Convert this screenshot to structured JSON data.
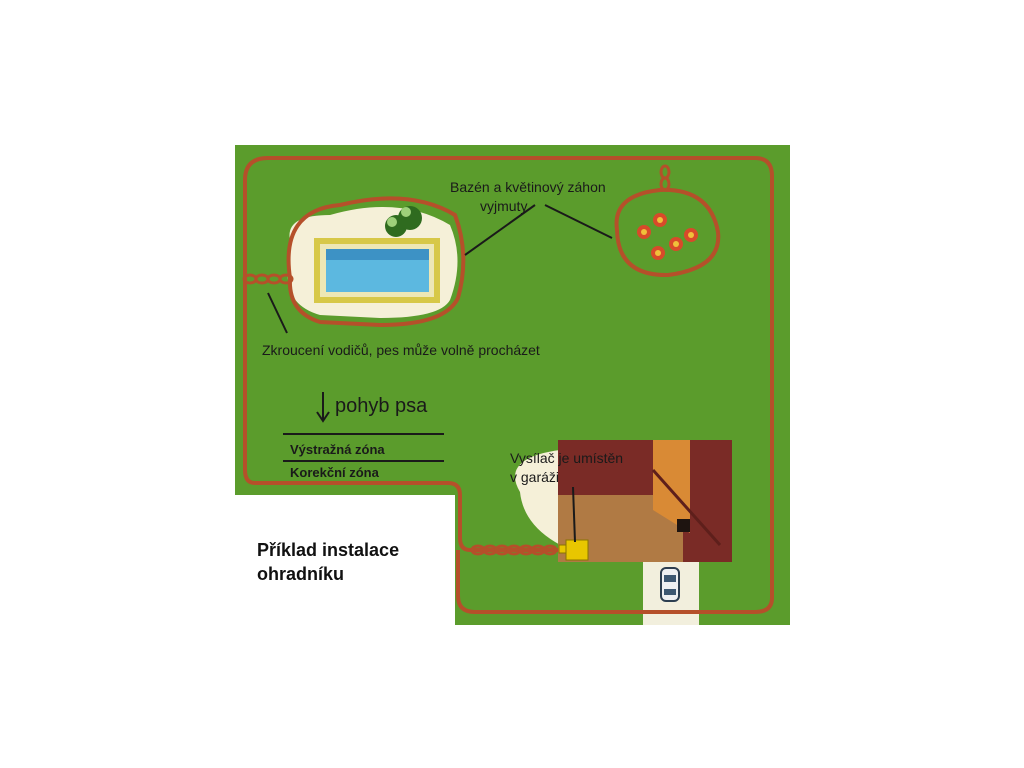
{
  "labels": {
    "excluded_areas": [
      "Bazén a květinový záhon",
      "vyjmuty"
    ],
    "twisted_wires": "Zkroucení vodičů, pes může volně procházet",
    "dog_movement": "pohyb psa",
    "warning_zone": "Výstražná zóna",
    "correction_zone": "Korekční zóna",
    "transmitter": [
      "Vysílač je umístěn",
      "v garáži"
    ],
    "title": [
      "Příklad instalace",
      "ohradníku"
    ]
  },
  "colors": {
    "lawn": "#5b9c2c",
    "wire": "#b5502a",
    "pool_water": "#5cb8e0",
    "pool_edge": "#d7c848",
    "patio": "#f5f0d8",
    "house_roof": "#7a2b26",
    "garage_roof": "#d98a35",
    "transmitter": "#e8c600",
    "flower": "#d84a2a"
  },
  "icons": [
    "pool-icon",
    "tree-icon",
    "flower-icon",
    "house-icon",
    "car-icon",
    "arrow-down-icon",
    "transmitter-icon"
  ]
}
